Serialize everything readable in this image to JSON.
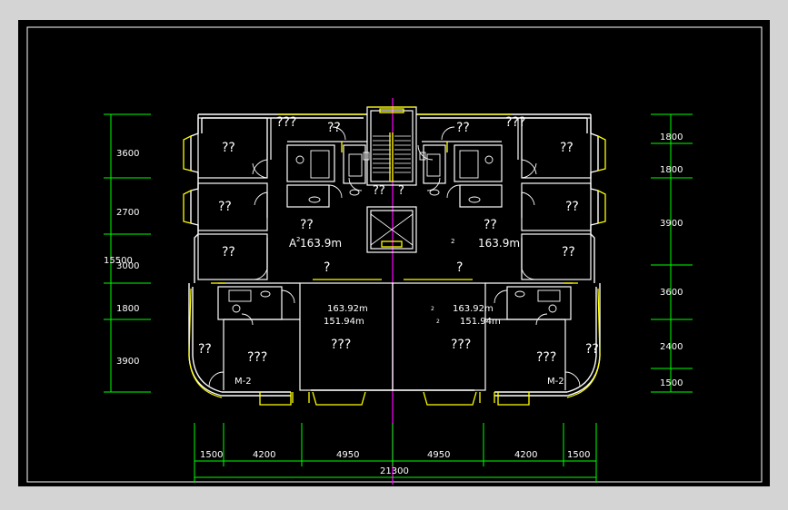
{
  "colors": {
    "background": "#000000",
    "canvas_border": "#d4d4d4",
    "wall": "#ffffff",
    "window": "#ffff00",
    "dimension": "#00ff00",
    "axis": "#ff00ff",
    "text": "#ffffff"
  },
  "dims": {
    "left": [
      "3600",
      "2700",
      "3000",
      "1800",
      "3900"
    ],
    "left_total": "15500",
    "right": [
      "1800",
      "1800",
      "3900",
      "3600",
      "2400",
      "1500"
    ],
    "bottom": [
      "1500",
      "4200",
      "4950",
      "4950",
      "4200",
      "1500"
    ],
    "bottom_total": "21300"
  },
  "rooms": {
    "r1": "??",
    "r2": "???",
    "r3": "??",
    "r4": "??",
    "r5": "??",
    "r6": "??",
    "r7": "??",
    "r8": "???",
    "r9": "??",
    "r10": "??",
    "r11": "??",
    "r12": "??",
    "r13": "??",
    "r14": "?",
    "r15": "?",
    "r16": "??",
    "r17": "???",
    "r18": "???",
    "r19": "???",
    "r20": "???",
    "r21": "??",
    "r22": "??",
    "r23": "?",
    "r24": "?",
    "r25": "?",
    "r26": "?"
  },
  "areas": {
    "left_unit": "A 163.9m",
    "left_sup": "2",
    "right_unit": "163.9m",
    "right_sup": "2",
    "left_big": "163.92m",
    "left_small": "151.94m",
    "right_big": "163.92m",
    "right_small": "151.94m",
    "tiny_a": "2",
    "tiny_b": "2"
  },
  "labels": {
    "door_left": "M-2",
    "door_right": "M-2"
  }
}
